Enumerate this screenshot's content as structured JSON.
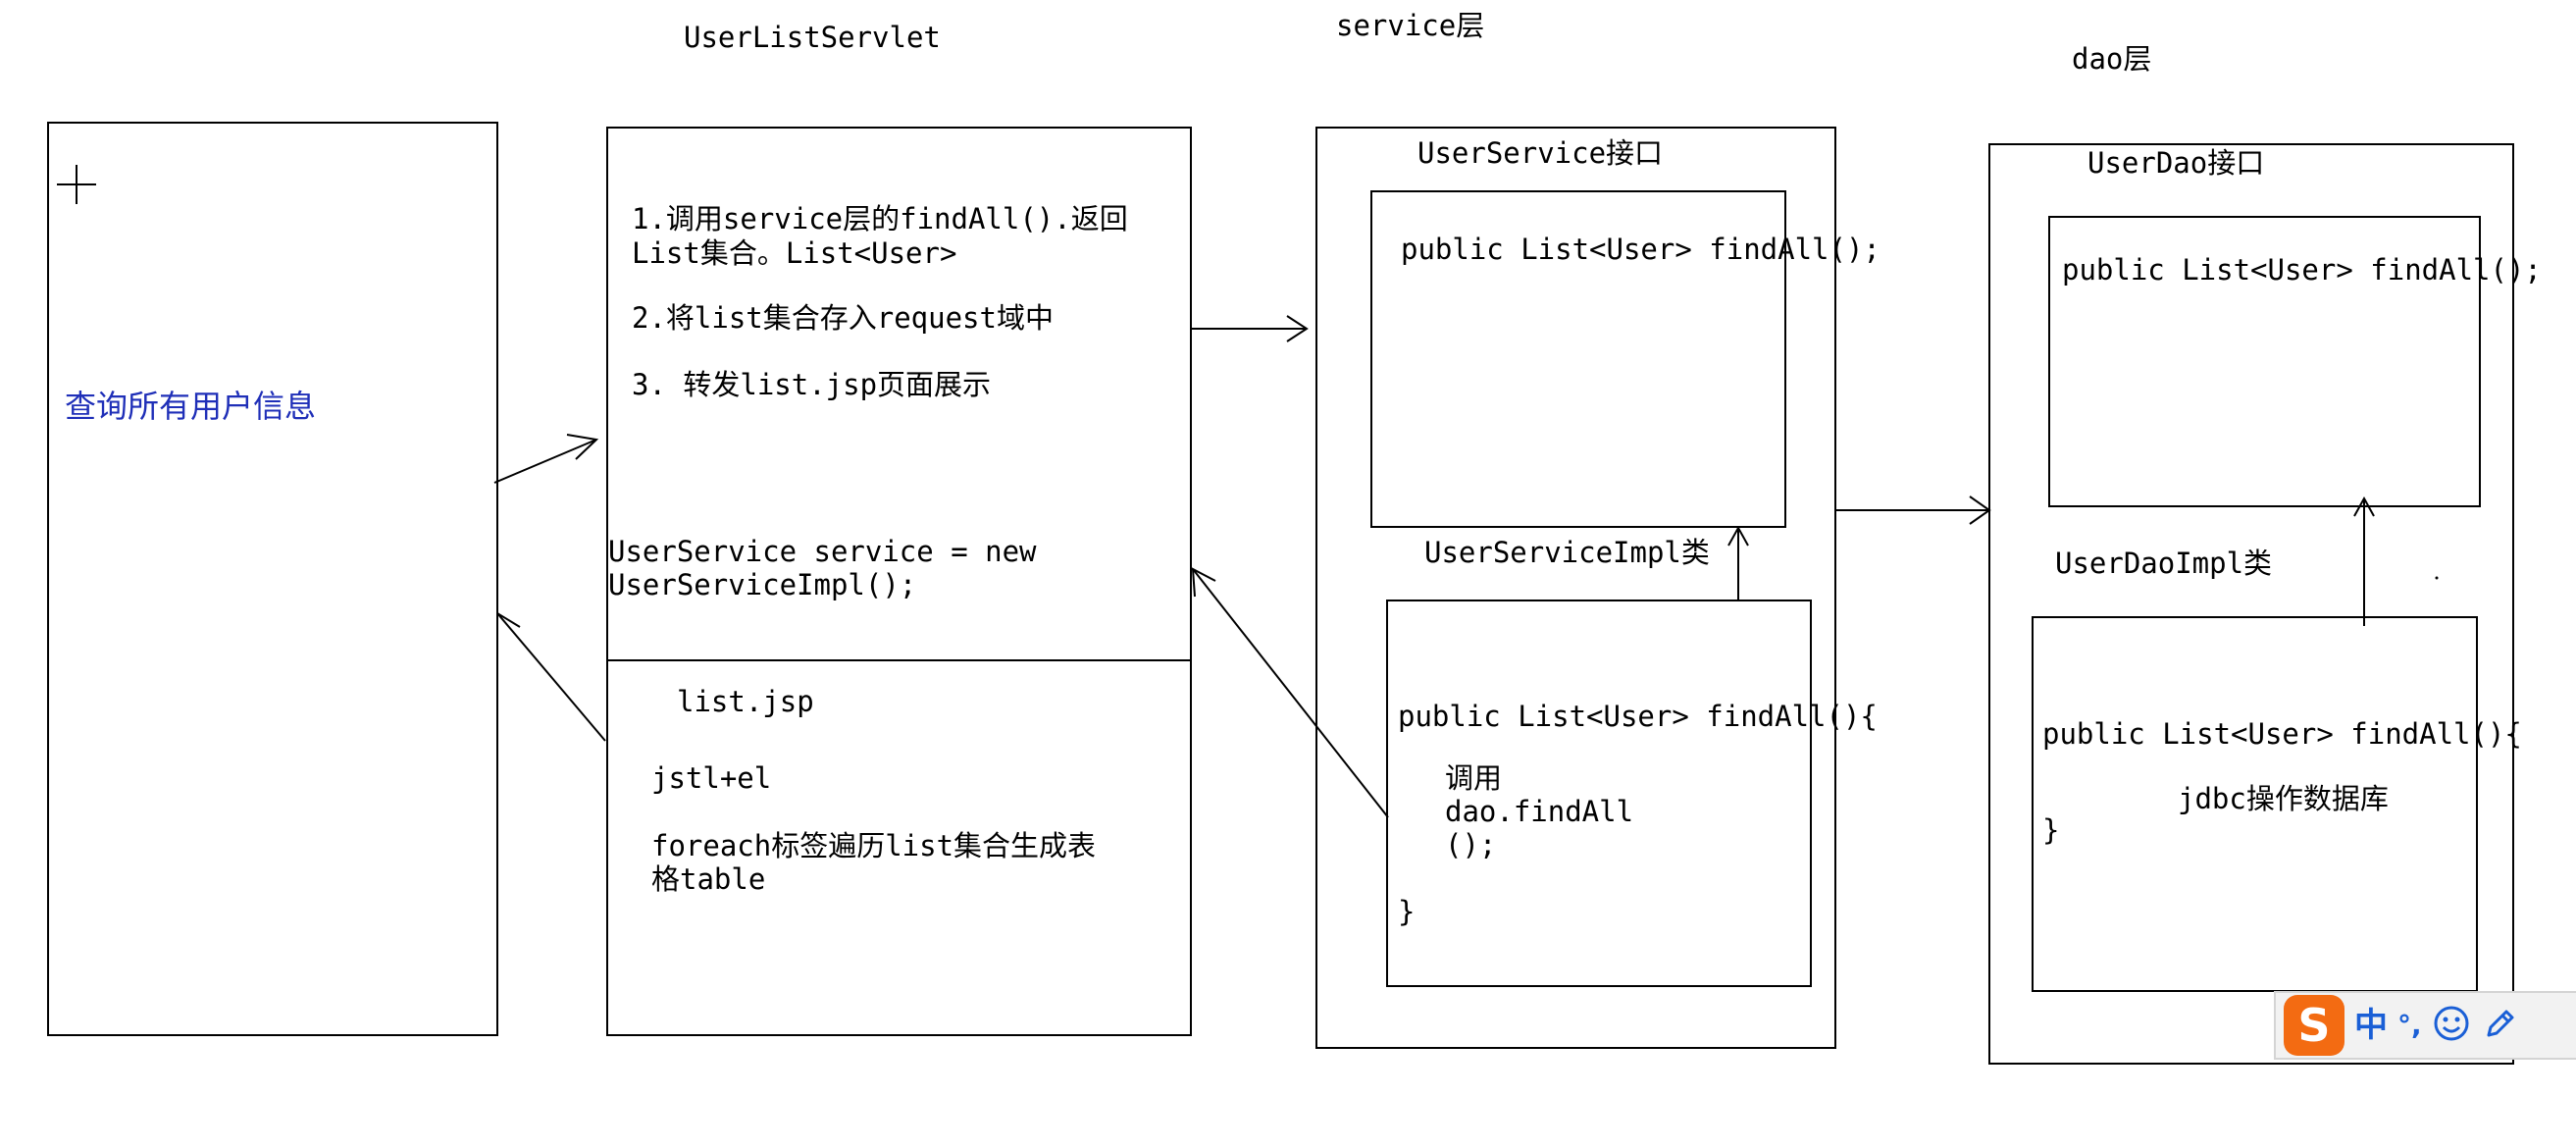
{
  "labels": {
    "servlet_title": "UserListServlet",
    "service_title": "service层",
    "dao_title": "dao层"
  },
  "client": {
    "text": "查询所有用户信息"
  },
  "servlet": {
    "step1_line1": "1.调用service层的findAll().返回",
    "step1_line2": "List集合。List<User>",
    "step2": "2.将list集合存入request域中",
    "step3": "3. 转发list.jsp页面展示",
    "init_line1": "UserService service = new",
    "init_line2": "UserServiceImpl();"
  },
  "jsp": {
    "title": "list.jsp",
    "tech": "jstl+el",
    "desc_line1": "foreach标签遍历list集合生成表",
    "desc_line2": "格table"
  },
  "service_layer": {
    "interface_title": "UserService接口",
    "interface_method": "public List<User> findAll();",
    "impl_title": "UserServiceImpl类",
    "impl_method": "public List<User> findAll(){",
    "impl_body_1": "调用",
    "impl_body_2": "dao.findAll",
    "impl_body_3": "();",
    "impl_close": "}"
  },
  "dao_layer": {
    "interface_title": "UserDao接口",
    "interface_method": "public List<User> findAll();",
    "impl_title": "UserDaoImpl类",
    "impl_method": "public List<User> findAll(){",
    "impl_body": "jdbc操作数据库",
    "impl_close": "}"
  },
  "ime_toolbar": {
    "logo": "S",
    "lang": "中",
    "punct": "°,",
    "emoji_icon": "smiley-icon",
    "pen_icon": "pen-icon"
  }
}
